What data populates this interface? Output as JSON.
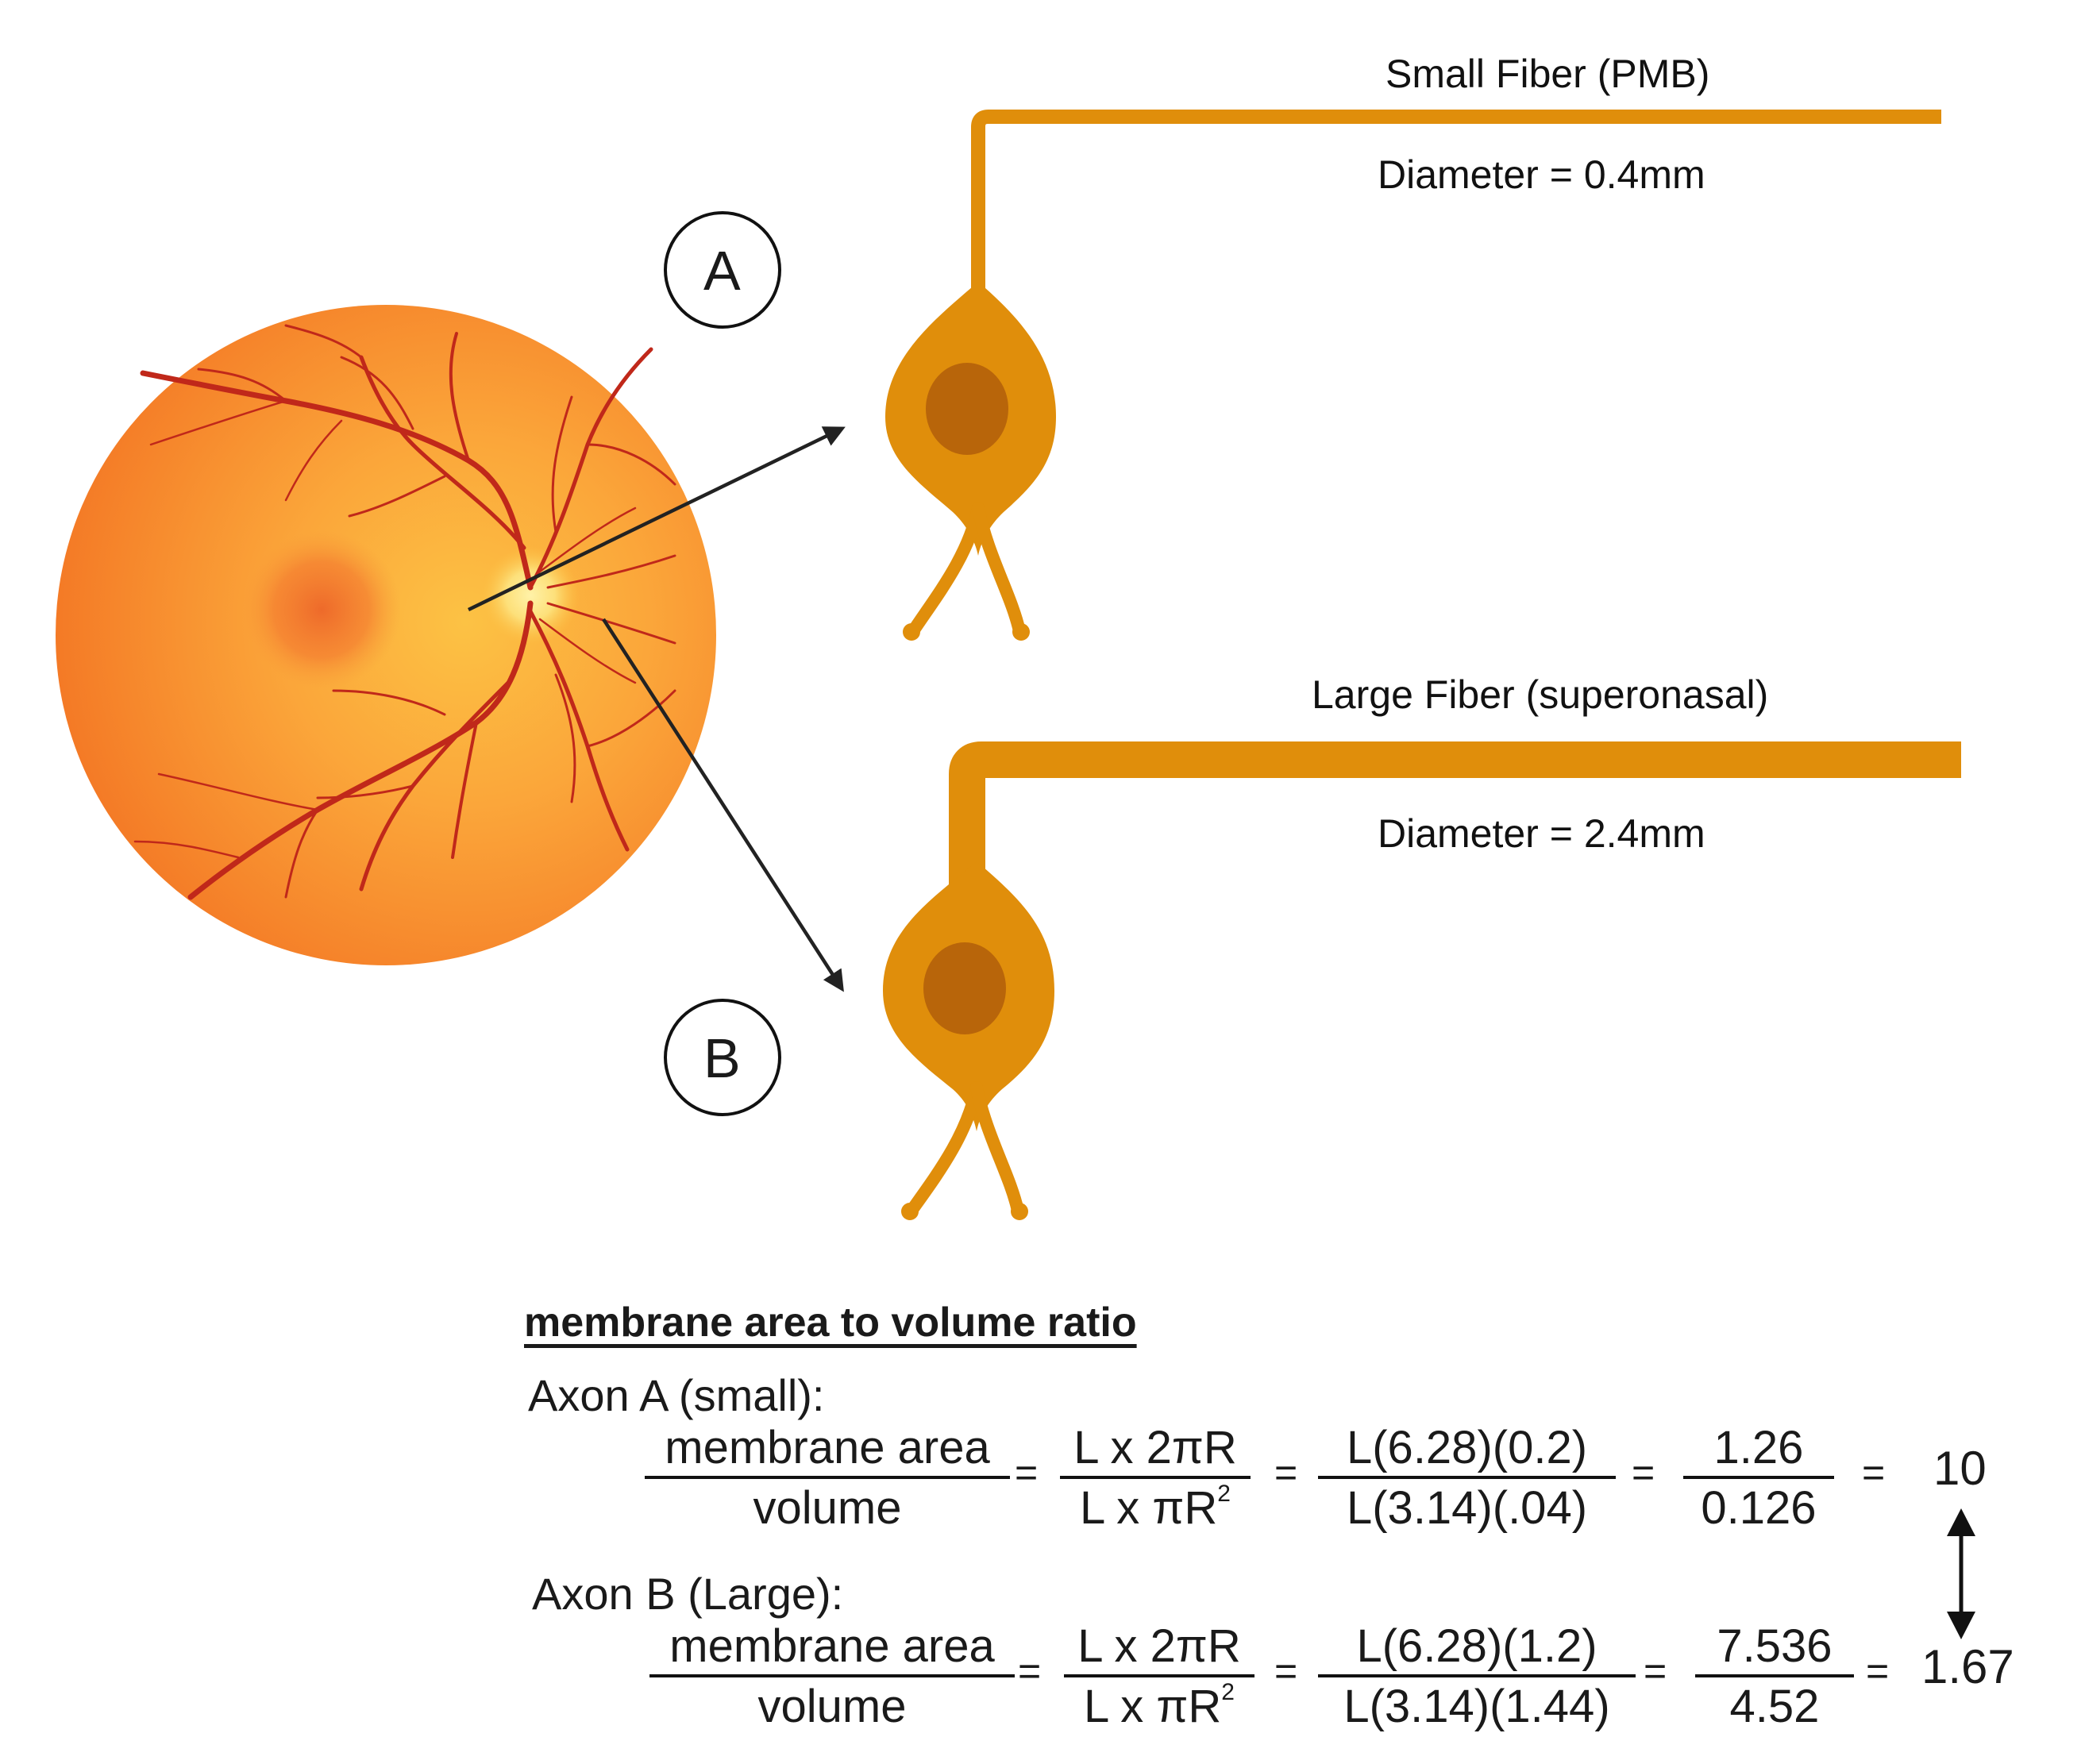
{
  "fiber_a": {
    "circle_letter": "A",
    "title": "Small Fiber (PMB)",
    "diameter": "Diameter = 0.4mm"
  },
  "fiber_b": {
    "circle_letter": "B",
    "title": "Large Fiber (superonasal)",
    "diameter": "Diameter = 2.4mm"
  },
  "formula": {
    "heading": "membrane area to volume ratio",
    "equals": "=",
    "axon_a": {
      "label": "Axon A (small):",
      "ratio_num": "membrane area",
      "ratio_den": "volume",
      "f1_num": "L x 2πR",
      "f1_den": "L x πR",
      "f1_den_sup": "2",
      "f2_num": "L(6.28)(0.2)",
      "f2_den": "L(3.14)(.04)",
      "f3_num": "1.26",
      "f3_den": "0.126",
      "result": "10"
    },
    "axon_b": {
      "label": "Axon B (Large):",
      "ratio_num": "membrane area",
      "ratio_den": "volume",
      "f1_num": "L x 2πR",
      "f1_den": "L x πR",
      "f1_den_sup": "2",
      "f2_num": "L(6.28)(1.2)",
      "f2_den": "L(3.14)(1.44)",
      "f3_num": "7.536",
      "f3_den": "4.52",
      "result": "1.67"
    }
  },
  "colors": {
    "neuron": "#e08e0b",
    "nucleus": "#b8650a",
    "retina_outer": "#f5832a",
    "retina_inner": "#fbab38",
    "vessel": "#c0281a"
  }
}
